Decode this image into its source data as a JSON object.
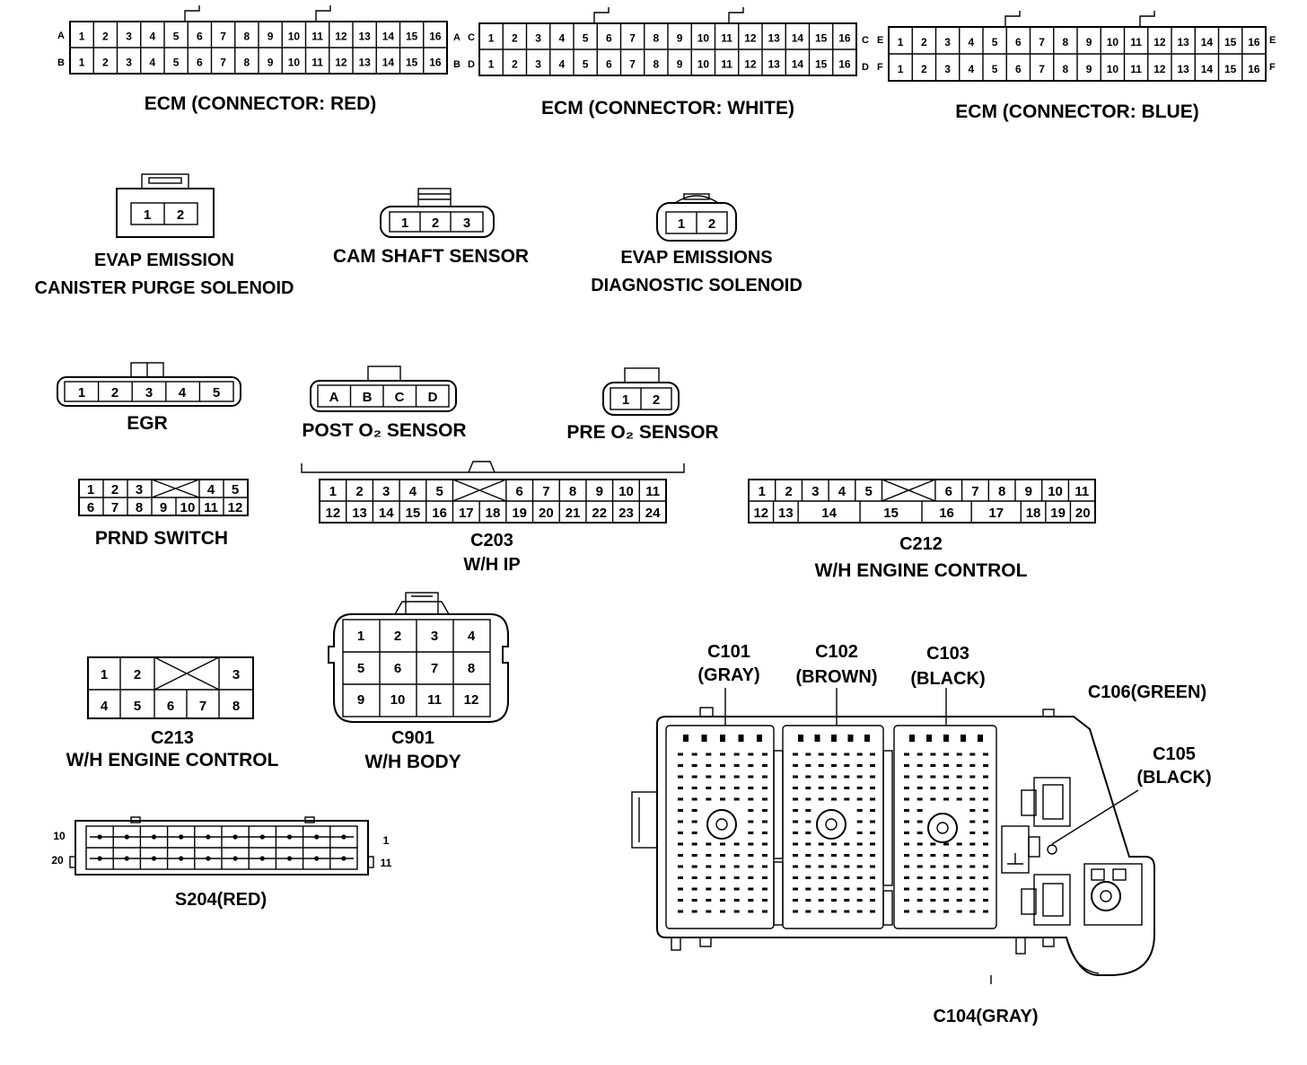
{
  "captions": {
    "ecm_red": "ECM (CONNECTOR: RED)",
    "ecm_white": "ECM (CONNECTOR: WHITE)",
    "ecm_blue": "ECM (CONNECTOR: BLUE)",
    "evap_purge_1": "EVAP EMISSION",
    "evap_purge_2": "CANISTER PURGE SOLENOID",
    "cam": "CAM SHAFT SENSOR",
    "evap_diag_1": "EVAP EMISSIONS",
    "evap_diag_2": "DIAGNOSTIC SOLENOID",
    "egr": "EGR",
    "post_o2": "POST O₂ SENSOR",
    "pre_o2": "PRE O₂ SENSOR",
    "prnd": "PRND SWITCH",
    "c203_1": "C203",
    "c203_2": "W/H IP",
    "c212_1": "C212",
    "c212_2": "W/H ENGINE CONTROL",
    "c213_1": "C213",
    "c213_2": "W/H ENGINE CONTROL",
    "c901_1": "C901",
    "c901_2": "W/H BODY",
    "s204": "S204(RED)",
    "c101_1": "C101",
    "c101_2": "(GRAY)",
    "c102_1": "C102",
    "c102_2": "(BROWN)",
    "c103_1": "C103",
    "c103_2": "(BLACK)",
    "c106": "C106(GREEN)",
    "c105_1": "C105",
    "c105_2": "(BLACK)",
    "c104": "C104(GRAY)"
  },
  "ecm": {
    "red": {
      "row1": "A",
      "row2": "B"
    },
    "white": {
      "row1_left": "A",
      "row1_right": "C",
      "row2_left": "B",
      "row2_right": "D"
    },
    "blue": {
      "row1_left": "C",
      "row1_right": "E",
      "row2_left": "D",
      "row2_right": "F",
      "row1_end": "E",
      "row2_end": "F"
    },
    "pins": [
      "1",
      "2",
      "3",
      "4",
      "5",
      "6",
      "7",
      "8",
      "9",
      "10",
      "11",
      "12",
      "13",
      "14",
      "15",
      "16"
    ]
  },
  "purge_pins": [
    "1",
    "2"
  ],
  "cam_pins": [
    "1",
    "2",
    "3"
  ],
  "diag_pins": [
    "1",
    "2"
  ],
  "egr_pins": [
    "1",
    "2",
    "3",
    "4",
    "5"
  ],
  "post_o2_pins": [
    "A",
    "B",
    "C",
    "D"
  ],
  "pre_o2_pins": [
    "1",
    "2"
  ],
  "prnd": {
    "row1": [
      "1",
      "2",
      "3",
      "4",
      "5"
    ],
    "row2": [
      "6",
      "7",
      "8",
      "9",
      "10",
      "11",
      "12"
    ]
  },
  "c203": {
    "row1": [
      "1",
      "2",
      "3",
      "4",
      "5",
      "6",
      "7",
      "8",
      "9",
      "10",
      "11"
    ],
    "row2": [
      "12",
      "13",
      "14",
      "15",
      "16",
      "17",
      "18",
      "19",
      "20",
      "21",
      "22",
      "23",
      "24"
    ]
  },
  "c212": {
    "row1": [
      "1",
      "2",
      "3",
      "4",
      "5",
      "6",
      "7",
      "8",
      "9",
      "10",
      "11"
    ],
    "row2": [
      "12",
      "13",
      "14",
      "15",
      "16",
      "17",
      "18",
      "19",
      "20"
    ]
  },
  "c213": {
    "row1": [
      "1",
      "2",
      "3"
    ],
    "row2": [
      "4",
      "5",
      "6",
      "7",
      "8"
    ]
  },
  "c901": {
    "rows": [
      [
        "1",
        "2",
        "3",
        "4"
      ],
      [
        "5",
        "6",
        "7",
        "8"
      ],
      [
        "9",
        "10",
        "11",
        "12"
      ]
    ]
  },
  "s204": {
    "top_left": "10",
    "bottom_left": "20",
    "top_right": "1",
    "bottom_right": "11"
  }
}
